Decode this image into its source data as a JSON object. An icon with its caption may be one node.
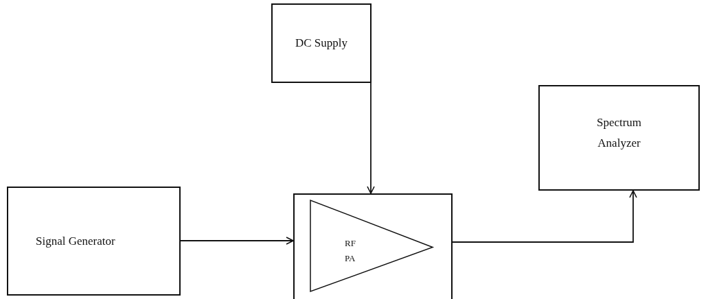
{
  "diagram": {
    "nodes": [
      {
        "text": [
          "DC Supply"
        ]
      },
      {
        "text": [
          "Spectrum Analyzer"
        ]
      },
      {
        "text": [
          "Signal Generator"
        ]
      },
      {
        "text": [],
        "shape": "box"
      },
      {
        "text": [
          "RF PA"
        ],
        "in": 3
      }
    ],
    "edges": [
      {
        "from": 0,
        "to": 3,
        "arrow": "to"
      },
      {
        "from": 2,
        "to": 3,
        "arrow": "to"
      },
      {
        "from": 3,
        "to": 1,
        "arrow": "to"
      }
    ]
  }
}
